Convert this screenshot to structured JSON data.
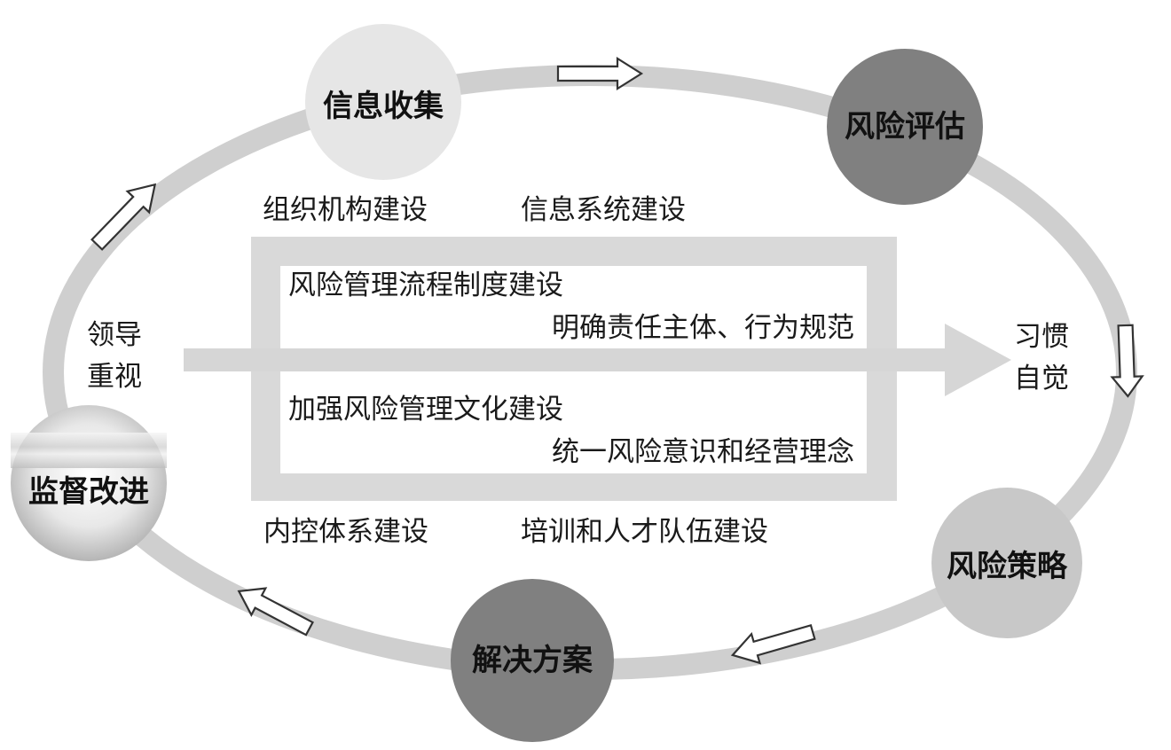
{
  "nodes": {
    "info_collect": "信息收集",
    "risk_assess": "风险评估",
    "risk_strategy": "风险策略",
    "solution": "解决方案",
    "supervise": "监督改进"
  },
  "side_labels": {
    "left_line1": "领导",
    "left_line2": "重视",
    "right_line1": "习惯",
    "right_line2": "自觉"
  },
  "outer_labels": {
    "org_build": "组织机构建设",
    "info_system_build": "信息系统建设",
    "internal_control_build": "内控体系建设",
    "training_build": "培训和人才队伍建设"
  },
  "inner_box": {
    "process_title": "风险管理流程制度建设",
    "process_sub": "明确责任主体、行为规范",
    "culture_title": "加强风险管理文化建设",
    "culture_sub": "统一风险意识和经营理念"
  },
  "colors": {
    "ring": "#cfcfcf",
    "circle_light": "#e6e6e6",
    "circle_dark": "#808080",
    "circle_mid": "#c8c8c8",
    "frame": "#d9d9d9",
    "arrow_fill": "#dcdcdc"
  }
}
